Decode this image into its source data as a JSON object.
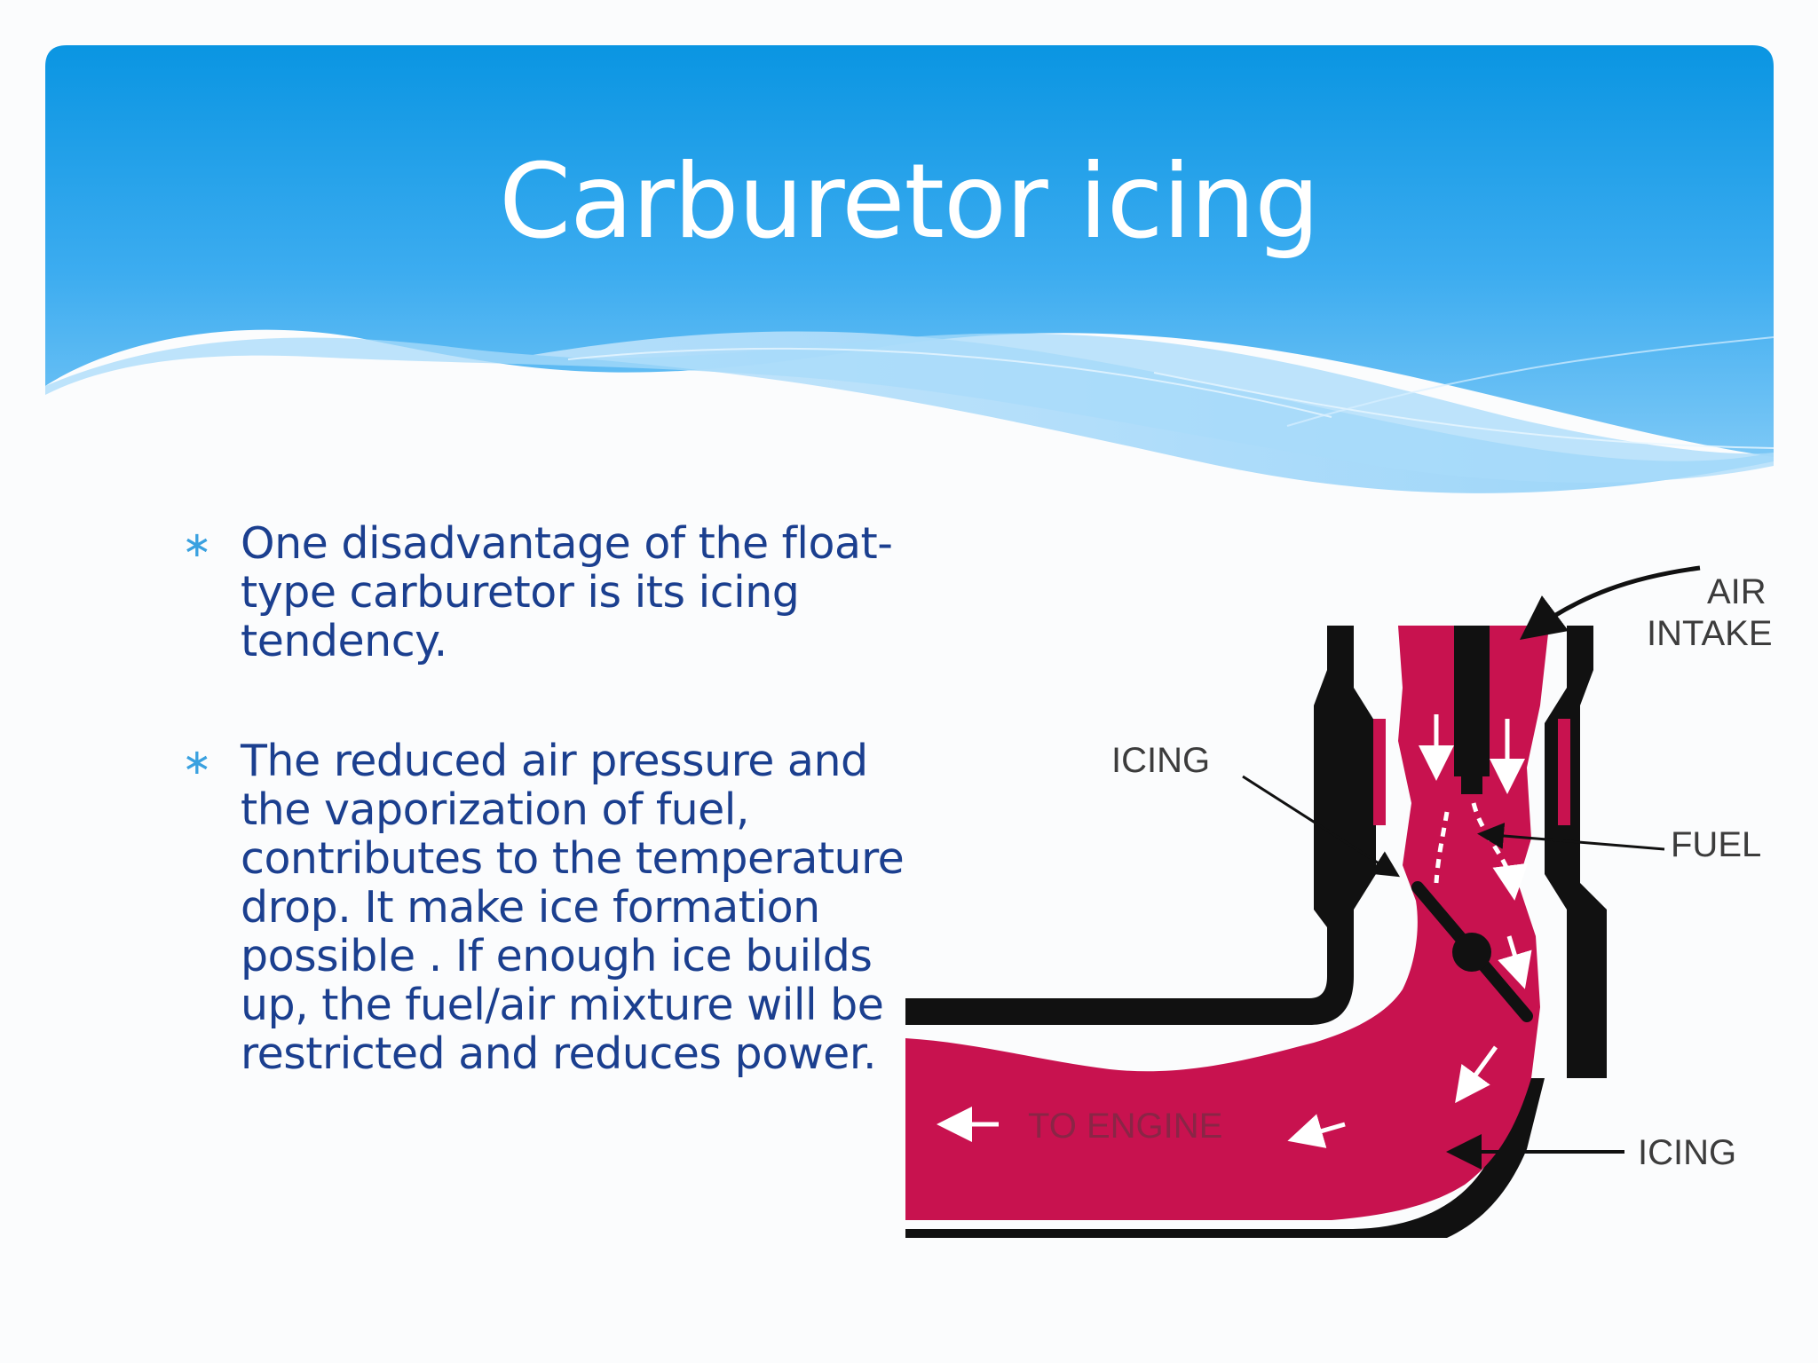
{
  "slide": {
    "title": "Carburetor icing",
    "bullets": [
      "One disadvantage of the float-type carburetor is its icing tendency.",
      "The reduced air pressure and the vaporization of fuel, contributes to the temperature drop. It make ice formation possible . If enough ice builds up, the fuel/air mixture will be restricted and reduces power."
    ],
    "bullet_symbol": "∗"
  },
  "diagram": {
    "labels": {
      "air_intake_line1": "AIR",
      "air_intake_line2": "INTAKE",
      "icing_top": "ICING",
      "fuel": "FUEL",
      "to_engine": "TO ENGINE",
      "icing_bottom": "ICING"
    }
  },
  "colors": {
    "header_blue": "#0d97e3",
    "text_blue": "#1b3f8f",
    "bullet_blue": "#3aa1e0",
    "mixture_magenta": "#c8124f",
    "carb_body": "#111111"
  }
}
